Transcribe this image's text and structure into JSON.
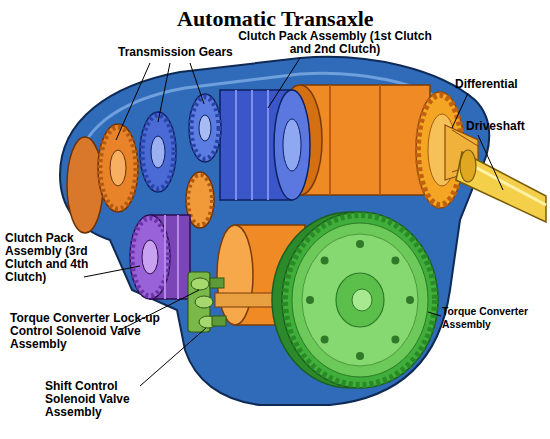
{
  "diagram": {
    "title": "Automatic Transaxle",
    "labels": [
      "Transmission Gears",
      "Clutch Pack Assembly (1st Clutch and 2nd Clutch)",
      "Differential",
      "Driveshaft",
      "Clutch Pack Assembly (3rd Clutch and 4th Clutch)",
      "Torque Converter Lock-up Control Solenoid Valve Assembly",
      "Shift Control Solenoid Valve Assembly",
      "Torque Converter Assembly"
    ]
  }
}
